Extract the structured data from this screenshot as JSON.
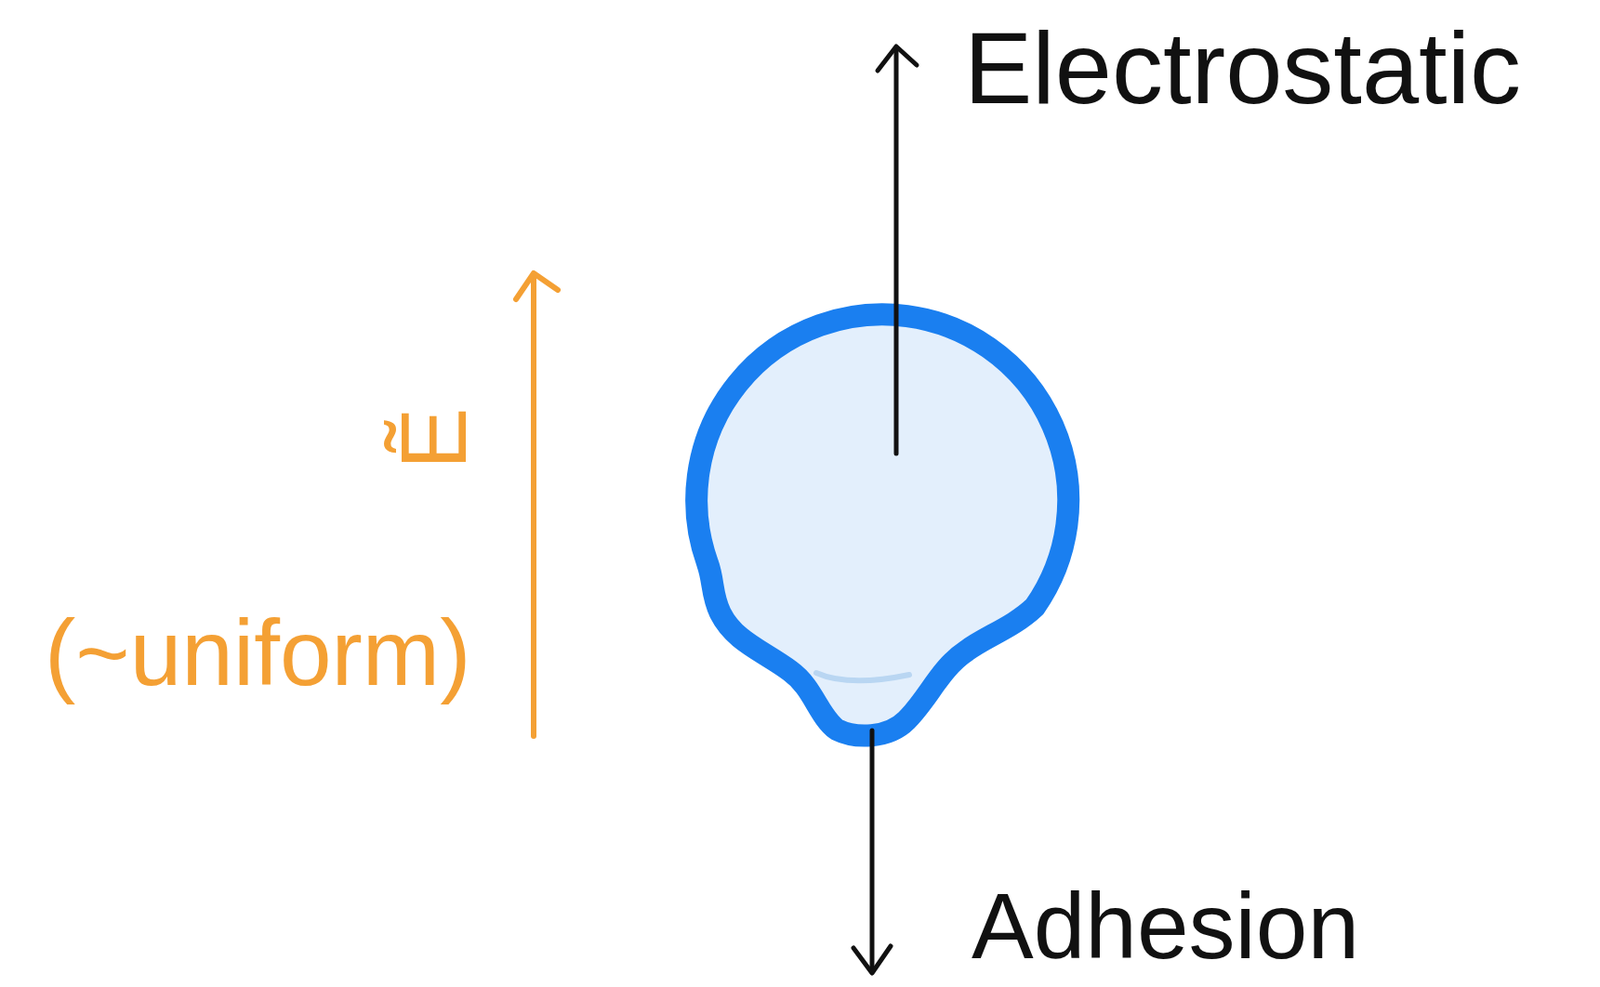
{
  "diagram": {
    "labels": [
      "Electrostatic",
      "Adhesion",
      "Ẽ",
      "(~uniform)"
    ]
  }
}
